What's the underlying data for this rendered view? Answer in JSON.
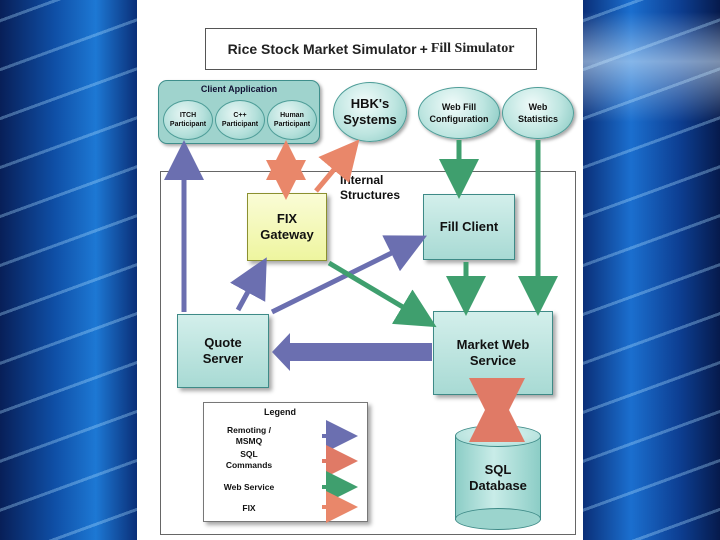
{
  "title": {
    "part1": "Rice Stock Market Simulator",
    "plus": "+",
    "part2": "Fill Simulator"
  },
  "client_application": {
    "label": "Client Application",
    "participants": [
      {
        "line1": "ITCH",
        "line2": "Participant"
      },
      {
        "line1": "C++",
        "line2": "Participant"
      },
      {
        "line1": "Human",
        "line2": "Participant"
      }
    ]
  },
  "top_nodes": {
    "hbk": {
      "line1": "HBK's",
      "line2": "Systems"
    },
    "web_fill_config": {
      "line1": "Web Fill",
      "line2": "Configuration"
    },
    "web_statistics": {
      "line1": "Web",
      "line2": "Statistics"
    }
  },
  "internal_structures": {
    "line1": "Internal",
    "line2": "Structures"
  },
  "boxes": {
    "fix_gateway": {
      "line1": "FIX",
      "line2": "Gateway"
    },
    "fill_client": {
      "line1": "Fill Client"
    },
    "quote_server": {
      "line1": "Quote",
      "line2": "Server"
    },
    "market_web_service": {
      "line1": "Market Web",
      "line2": "Service"
    }
  },
  "database": {
    "line1": "SQL",
    "line2": "Database"
  },
  "legend": {
    "title": "Legend",
    "items": [
      {
        "lines": [
          "Remoting /",
          "MSMQ"
        ],
        "color": "#6b6fb0"
      },
      {
        "lines": [
          "SQL",
          "Commands"
        ],
        "color": "#e07a66"
      },
      {
        "lines": [
          "Web Service"
        ],
        "color": "#3f9f6e"
      },
      {
        "lines": [
          "FIX"
        ],
        "color": "#f0a080"
      }
    ]
  },
  "colors": {
    "remoting": "#6b6fb0",
    "sql": "#e07a66",
    "web_service": "#3f9f6e",
    "fix": "#f0a080",
    "node_fill": "#a8dad4",
    "fix_box_fill": "#eef59f"
  }
}
